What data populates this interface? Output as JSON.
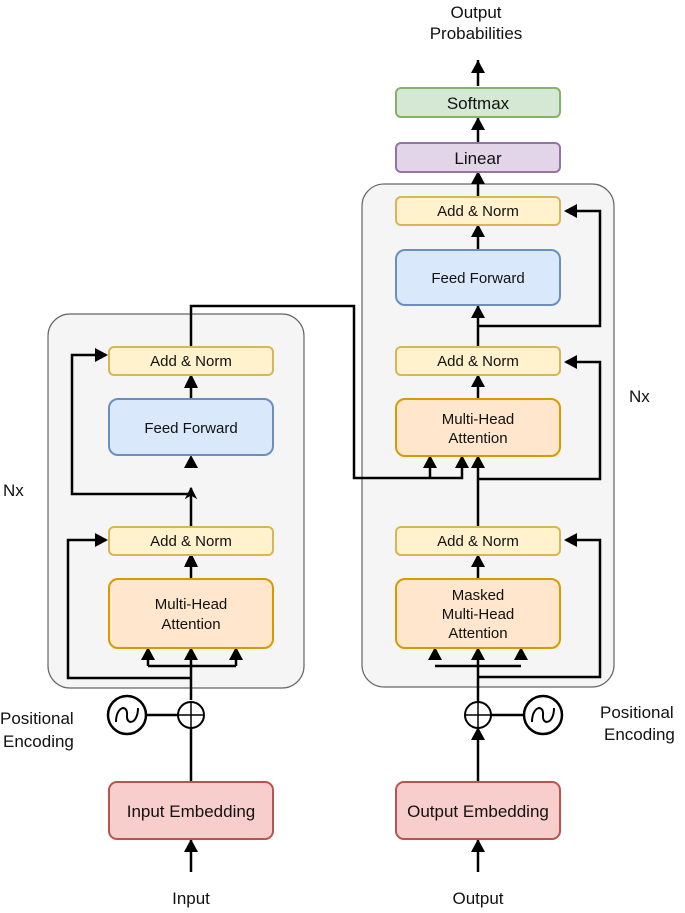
{
  "encoder": {
    "add_norm_top": "Add & Norm",
    "feed_forward": "Feed Forward",
    "add_norm_bottom": "Add & Norm",
    "attention": [
      "Multi-Head",
      "Attention"
    ],
    "nx": "Nx"
  },
  "decoder": {
    "add_norm_top": "Add & Norm",
    "feed_forward": "Feed Forward",
    "add_norm_middle": "Add & Norm",
    "cross_attention": [
      "Multi-Head",
      "Attention"
    ],
    "add_norm_bottom": "Add & Norm",
    "masked_attention": [
      "Masked",
      "Multi-Head",
      "Attention"
    ],
    "nx": "Nx"
  },
  "output": {
    "linear": "Linear",
    "softmax": "Softmax",
    "probabilities": [
      "Output",
      "Probabilities"
    ]
  },
  "positional_encoding_left": [
    "Positional",
    "Encoding"
  ],
  "positional_encoding_right": [
    "Positional",
    "Encoding"
  ],
  "input_embedding": "Input Embedding",
  "output_embedding": "Output Embedding",
  "input_label": "Input",
  "output_label": "Output",
  "colors": {
    "addnorm_fill": "#fff2cc",
    "addnorm_stroke": "#d6b656",
    "ff_fill": "#dae8fc",
    "ff_stroke": "#6c8ebf",
    "attn_fill": "#ffe6cc",
    "attn_stroke": "#d79b00",
    "linear_fill": "#e1d5e7",
    "linear_stroke": "#9673a6",
    "softmax_fill": "#d5e8d4",
    "softmax_stroke": "#82b366",
    "embed_fill": "#f8cecc",
    "embed_stroke": "#b85450",
    "block_fill": "#f5f5f5",
    "block_stroke": "#666666"
  }
}
